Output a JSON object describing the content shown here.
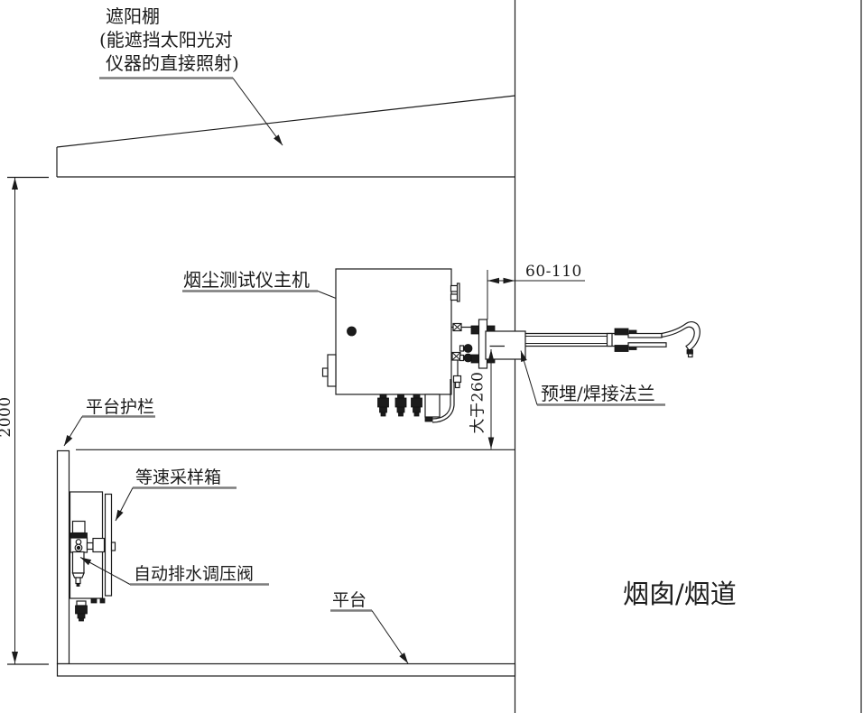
{
  "drawing": {
    "labels": {
      "sunshade_line1": "遮阳棚",
      "sunshade_line2": "(能遮挡太阳光对",
      "sunshade_line3": "仪器的直接照射)",
      "main_unit": "烟尘测试仪主机",
      "flange": "预埋/焊接法兰",
      "guardrail": "平台护栏",
      "sampling_box": "等速采样箱",
      "drain_valve": "自动排水调压阀",
      "platform": "平台",
      "chimney": "烟囱/烟道"
    },
    "dimensions": {
      "headroom": "2000",
      "wall_gap": "60-110",
      "port_to_rail": "大于260"
    },
    "colors": {
      "line": "#1c1c1c",
      "leader_underline": "#7c7c7c",
      "background": "#ffffff"
    }
  }
}
